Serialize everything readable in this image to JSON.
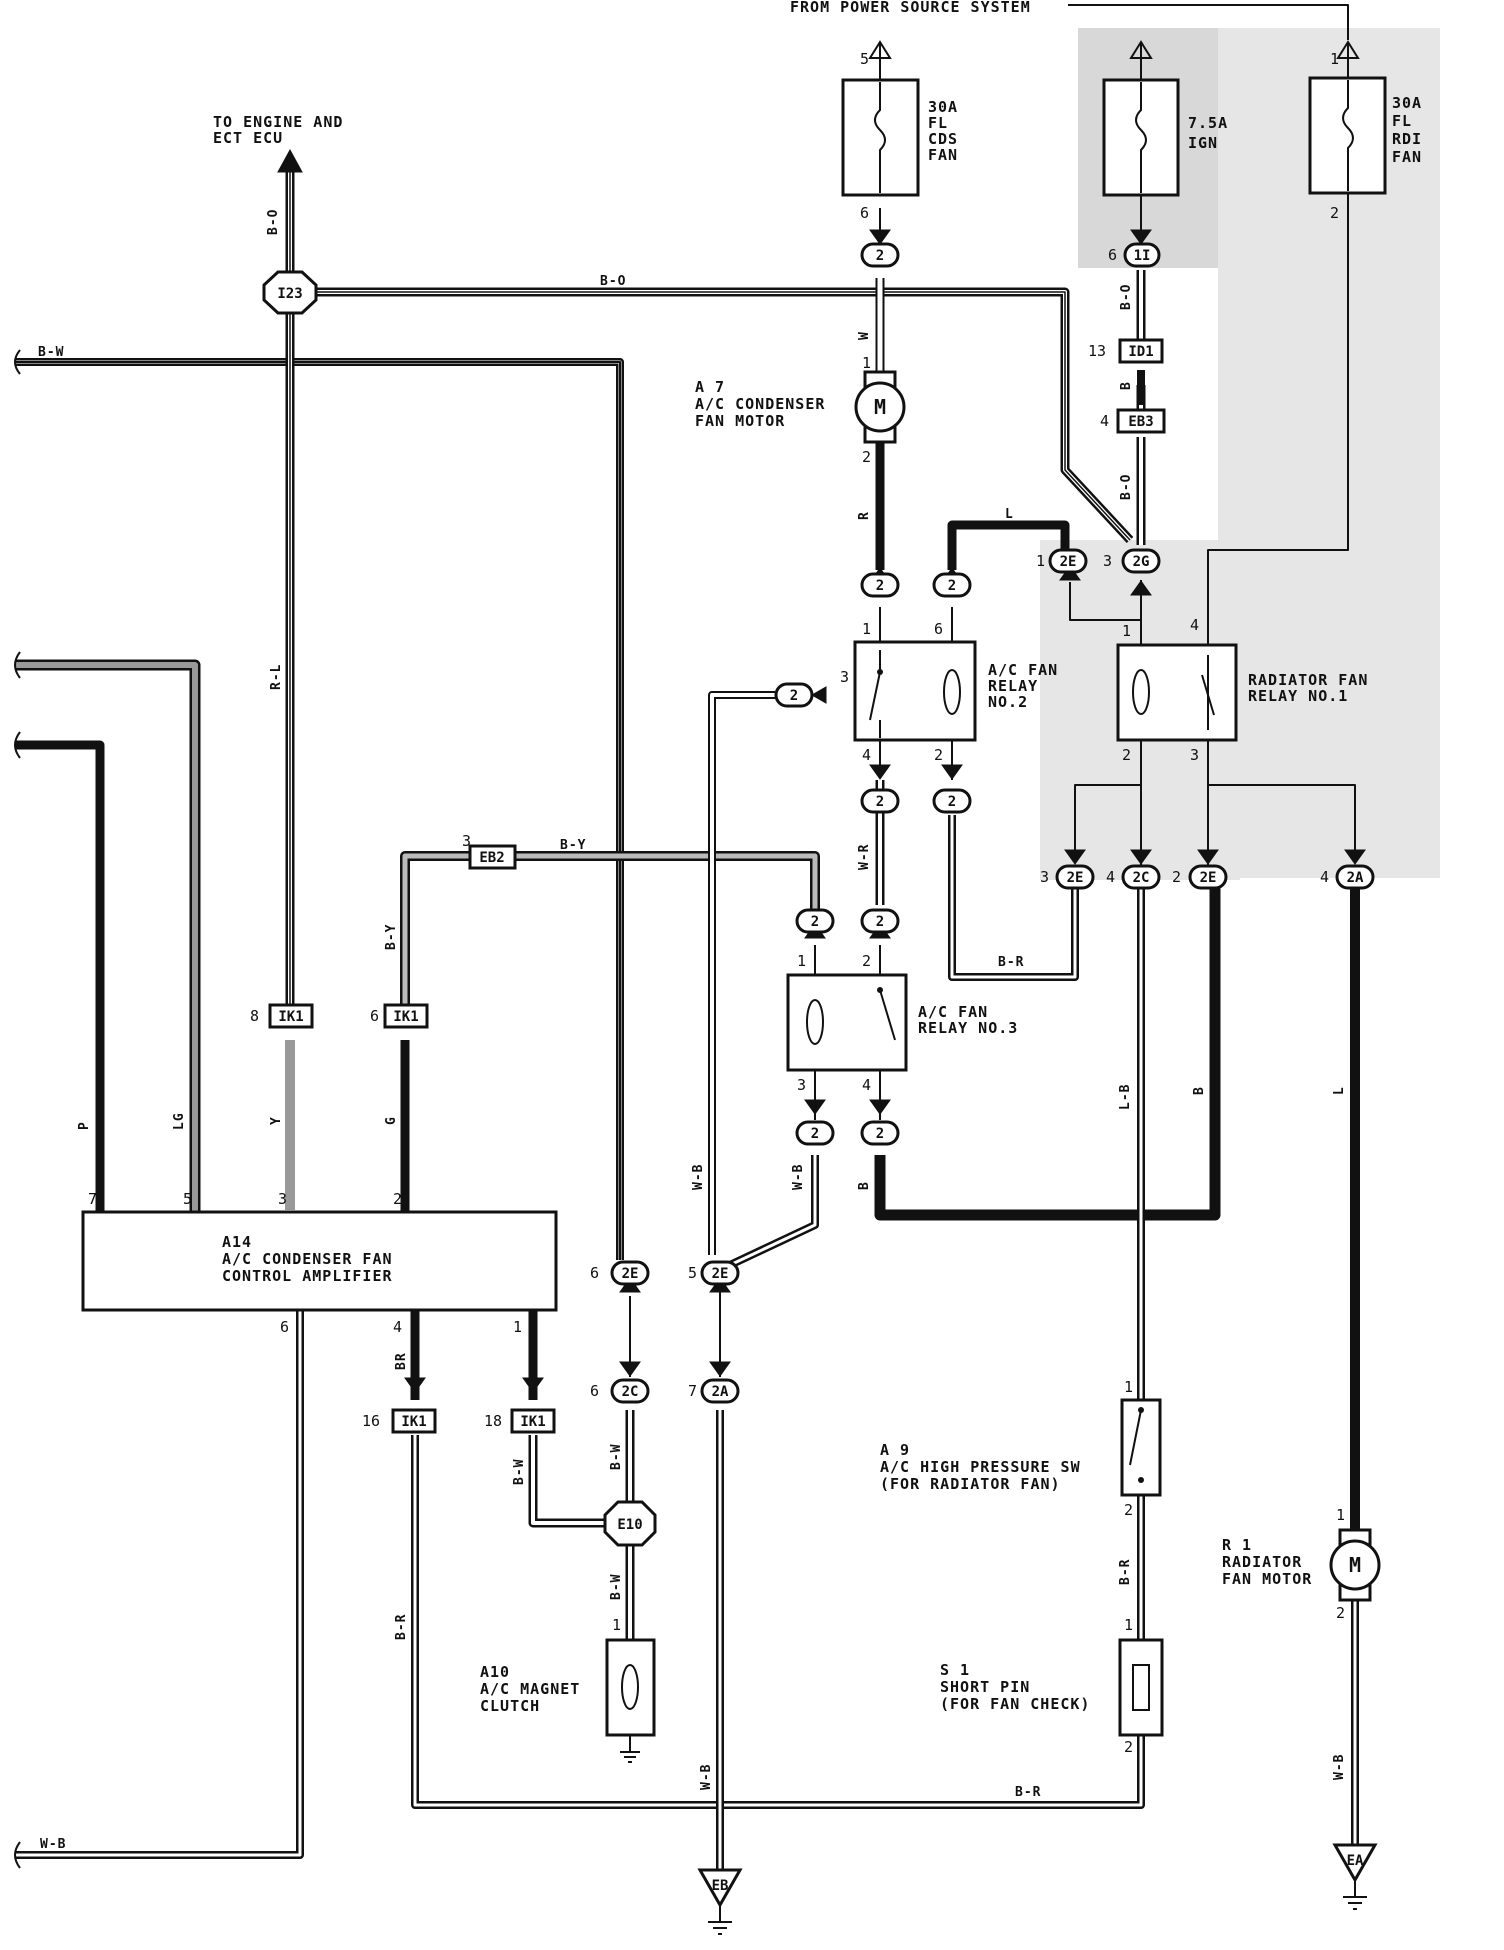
{
  "power_source": "FROM POWER SOURCE SYSTEM",
  "engine_ecu": [
    "TO ENGINE AND",
    "ECT ECU"
  ],
  "fuses": {
    "cds": [
      "30A",
      "FL",
      "CDS",
      "FAN"
    ],
    "ign": [
      "7.5A",
      "IGN"
    ],
    "rdi": [
      "30A",
      "FL",
      "RDI",
      "FAN"
    ]
  },
  "components": {
    "a7": [
      "A 7",
      "A/C CONDENSER",
      "FAN MOTOR"
    ],
    "relay2": [
      "A/C FAN",
      "RELAY",
      "NO.2"
    ],
    "rad_relay": [
      "RADIATOR FAN",
      "RELAY NO.1"
    ],
    "relay3": [
      "A/C FAN",
      "RELAY NO.3"
    ],
    "a14": [
      "A14",
      "A/C CONDENSER FAN",
      "CONTROL AMPLIFIER"
    ],
    "a9": [
      "A 9",
      "A/C HIGH PRESSURE SW",
      "(FOR RADIATOR FAN)"
    ],
    "r1": [
      "R 1",
      "RADIATOR",
      "FAN MOTOR"
    ],
    "a10": [
      "A10",
      "A/C MAGNET",
      "CLUTCH"
    ],
    "s1": [
      "S 1",
      "SHORT PIN",
      "(FOR FAN CHECK)"
    ]
  },
  "connectors": {
    "i23": "I23",
    "e10": "E10",
    "eb2": "EB2",
    "eb3": "EB3",
    "id1": "ID1",
    "ik1": "IK1",
    "c2": "2",
    "c2e": "2E",
    "c2g": "2G",
    "c2c": "2C",
    "c2a": "2A",
    "c1i": "1I"
  },
  "grounds": {
    "eb": "EB",
    "ea": "EA"
  },
  "motor_symbol": "M",
  "wire_colors": {
    "b_o": "B-O",
    "b_w": "B-W",
    "w": "W",
    "r": "R",
    "l": "L",
    "b": "B",
    "r_l": "R-L",
    "b_y": "B-Y",
    "w_r": "W-R",
    "b_r": "B-R",
    "w_b": "W-B",
    "p": "P",
    "lg": "LG",
    "y": "Y",
    "g": "G",
    "br": "BR",
    "l_b": "L-B"
  },
  "pins": {
    "p1": "1",
    "p2": "2",
    "p3": "3",
    "p4": "4",
    "p5": "5",
    "p6": "6",
    "p7": "7",
    "p8": "8",
    "p13": "13",
    "p16": "16",
    "p18": "18"
  }
}
